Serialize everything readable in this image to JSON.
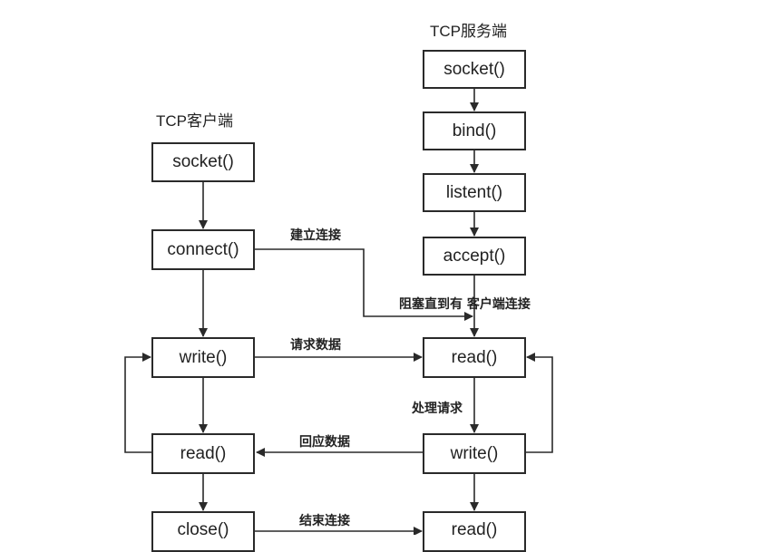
{
  "client": {
    "title": "TCP客户端",
    "socket": "socket()",
    "connect": "connect()",
    "write": "write()",
    "read": "read()",
    "close": "close()"
  },
  "server": {
    "title": "TCP服务端",
    "socket": "socket()",
    "bind": "bind()",
    "listen": "listent()",
    "accept": "accept()",
    "read": "read()",
    "write": "write()",
    "read_end": "read()"
  },
  "edges": {
    "establish": "建立连接",
    "block_until": "阻塞直到有 客户端连接",
    "request_data": "请求数据",
    "process_request": "处理请求",
    "response_data": "回应数据",
    "end_connection": "结束连接"
  }
}
